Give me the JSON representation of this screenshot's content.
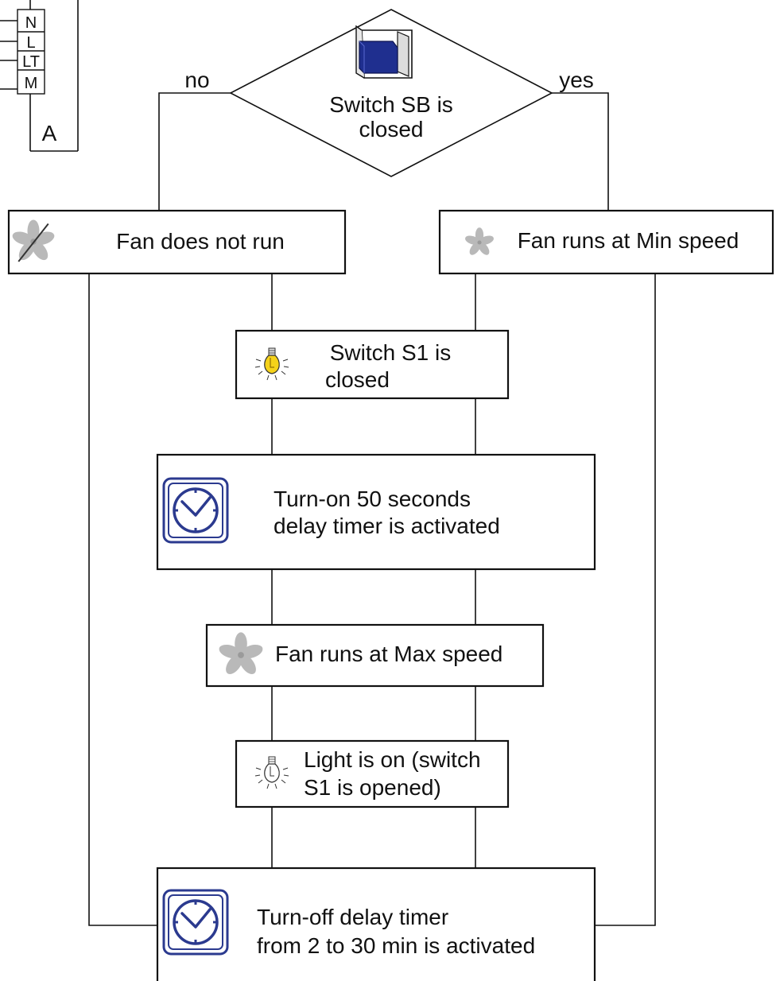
{
  "terminal_block": {
    "terminals": [
      "N",
      "L",
      "LT",
      "M"
    ],
    "label": "A"
  },
  "decision": {
    "text_line1": "Switch SB is",
    "text_line2": "closed",
    "no_label": "no",
    "yes_label": "yes"
  },
  "steps": {
    "fan_not_run": {
      "text": "Fan does not run",
      "icon": "fan-off-icon"
    },
    "fan_min": {
      "text": "Fan runs at Min speed",
      "icon": "fan-small-icon"
    },
    "s1_closed": {
      "line1": "Switch S1 is",
      "line2": "closed",
      "icon": "lit-bulb-icon"
    },
    "turn_on_timer": {
      "line1": "Turn-on 50 seconds",
      "line2": "delay timer is activated",
      "icon": "clock-icon"
    },
    "fan_max": {
      "text": "Fan runs at Max speed",
      "icon": "fan-large-icon"
    },
    "light_on": {
      "line1": "Light is on (switch",
      "line2": "S1 is opened)",
      "icon": "bulb-outline-icon"
    },
    "turn_off_timer": {
      "line1": "Turn-off delay timer",
      "line2": "from 2 to 30 min is activated",
      "icon": "clock-icon"
    }
  },
  "colors": {
    "accent_blue": "#2b3a8f",
    "switch_blue": "#1f2f8f",
    "fan_gray": "#b9b9b9",
    "bulb_yellow": "#f5d21a"
  }
}
